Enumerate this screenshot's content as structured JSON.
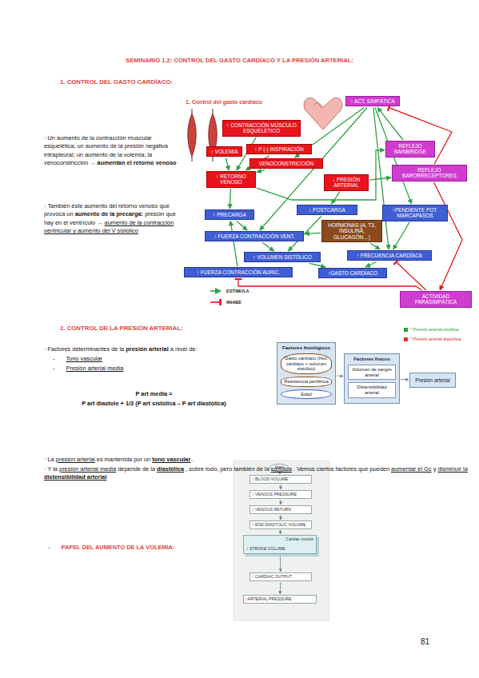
{
  "diagram": {
    "title": "SEMINARIO 1.2: CONTROL DEL GASTO CARDÍACO Y LA PRESIÓN ARTERIAL:",
    "nodes": [
      {
        "text": [
          "↑ CONTRACCIÓN MÚSCULO ESQUELÉTICO"
        ]
      },
      {
        "text": [
          "↑ VOLEMIA"
        ]
      },
      {
        "text": [
          "↑ P (-) INSPIRACIÓN"
        ]
      },
      {
        "text": [
          "VENOCONSTRICCIÓN"
        ]
      },
      {
        "text": [
          "↑ RETORNO VENOSO"
        ]
      },
      {
        "text": [
          "↑ PRECARGA"
        ]
      },
      {
        "text": [
          "↑ FUERZA CONTRACCIÓN VENT."
        ]
      },
      {
        "text": [
          "↑ VOLUMEN SISTÓLICO"
        ]
      },
      {
        "text": [
          "↑ FUERZA CONTRACCIÓN AURIC."
        ]
      },
      {
        "text": [
          "↑GASTO CARDÍACO"
        ]
      },
      {
        "text": [
          "↓ PRESIÓN ARTERIAL"
        ]
      },
      {
        "text": [
          "↓ POSTCARGA"
        ]
      },
      {
        "text": [
          "HORMONAS (A, T3, INSULINA, GLUCAGÓN…)"
        ]
      },
      {
        "text": [
          "↑PENDIENTE POT. MARCAPASOS"
        ]
      },
      {
        "text": [
          "↑ FRECUENCIA CARDÍACA"
        ]
      },
      {
        "text": [
          "↑ ACT. SIMPÁTICA"
        ]
      },
      {
        "text": [
          "REFLEJO BAINBRIDGE"
        ]
      },
      {
        "text": [
          "REFLEJO BARORRECEPTORES"
        ]
      },
      {
        "text": [
          "ACTIVIDAD PARASIMPÁTICA"
        ]
      },
      {
        "text": [
          "Factores fisiológicos"
        ]
      },
      {
        "text": [
          "Gasto cardíaco (frec. cardíaco x volumen sistólico)"
        ],
        "in": 19
      },
      {
        "text": [
          "Resistencia periférica"
        ],
        "in": 19
      },
      {
        "text": [
          "Edad"
        ],
        "in": 19
      },
      {
        "text": [
          "Factores físicos"
        ]
      },
      {
        "text": [
          "Volumen de sangre arterial"
        ],
        "in": 23
      },
      {
        "text": [
          "Distensibilidad arterial"
        ],
        "in": 23
      },
      {
        "text": [
          "Presión arterial"
        ]
      },
      {
        "text": [
          "Start"
        ]
      },
      {
        "text": [
          "↑ BLOOD VOLUME"
        ]
      },
      {
        "text": [
          "↑ VENOUS PRESSURE"
        ]
      },
      {
        "text": [
          "↑ VENOUS RETURN"
        ]
      },
      {
        "text": [
          "↑ END-DIASTOLIC VOLUME"
        ]
      },
      {
        "text": [
          "Cardiac muscle",
          "↑ STROKE VOLUME"
        ]
      },
      {
        "text": [
          "↑ CARDIAC OUTPUT"
        ]
      },
      {
        "text": [
          "↑ARTERIAL PRESSURE"
        ]
      }
    ],
    "edges": [
      {
        "from": 0,
        "to": 4,
        "arrow": "to"
      },
      {
        "from": 1,
        "to": 4,
        "arrow": "to"
      },
      {
        "from": 2,
        "to": 4,
        "arrow": "to"
      },
      {
        "from": 3,
        "to": 4,
        "arrow": "to"
      },
      {
        "from": 15,
        "to": 3,
        "arrow": "to"
      },
      {
        "from": 4,
        "to": 5,
        "arrow": "to"
      },
      {
        "from": 5,
        "to": 6,
        "arrow": "to"
      },
      {
        "from": 6,
        "to": 7,
        "arrow": "to"
      },
      {
        "from": 7,
        "to": 9,
        "arrow": "to"
      },
      {
        "from": 14,
        "to": 9,
        "arrow": "to"
      },
      {
        "from": 8,
        "to": 5,
        "arrow": "to"
      },
      {
        "from": 10,
        "to": 11,
        "arrow": "to"
      },
      {
        "from": 11,
        "to": 7,
        "arrow": "to"
      },
      {
        "from": 12,
        "to": 14,
        "arrow": "to"
      },
      {
        "from": 12,
        "to": 6,
        "arrow": "to"
      },
      {
        "from": 13,
        "to": 14,
        "arrow": "to"
      },
      {
        "from": 15,
        "to": 6,
        "arrow": "to"
      },
      {
        "from": 15,
        "to": 13,
        "arrow": "to"
      },
      {
        "from": 15,
        "to": 14,
        "arrow": "to"
      },
      {
        "from": 4,
        "to": 16,
        "arrow": "to"
      },
      {
        "from": 16,
        "to": 15,
        "arrow": "to"
      },
      {
        "from": 10,
        "to": 17,
        "arrow": "to"
      },
      {
        "from": 17,
        "to": 15,
        "arrow": "to"
      },
      {
        "from": 17,
        "to": 18,
        "arrow": "to"
      },
      {
        "from": 18,
        "to": 14,
        "arrow": "to"
      },
      {
        "from": 18,
        "to": 8,
        "arrow": "to"
      },
      {
        "from": 19,
        "to": 23,
        "arrow": "to"
      },
      {
        "from": 23,
        "to": 26,
        "arrow": "to"
      },
      {
        "from": 27,
        "to": 28,
        "arrow": "to"
      },
      {
        "from": 28,
        "to": 29,
        "arrow": "to"
      },
      {
        "from": 29,
        "to": 30,
        "arrow": "to"
      },
      {
        "from": 30,
        "to": 31,
        "arrow": "to"
      },
      {
        "from": 31,
        "to": 32,
        "arrow": "to"
      },
      {
        "from": 32,
        "to": 33,
        "arrow": "to"
      },
      {
        "from": 33,
        "to": 34,
        "arrow": "to"
      }
    ],
    "labels": [
      "1.   CONTROL DEL GASTO CARDÍACO:",
      "· Un aumento de la contracción muscular esquelética; un aumento de la presión negativa intrapleural; un aumento de la volemia; la venoconstricción →",
      "aumentan el retorno venoso",
      "· También éste aumento del retorno venoso que provoca un",
      "aumento de la precarga:",
      "presión que hay en el ventrículo →",
      "aumento de la contracción ventricular y aumento del V sistólico",
      "1. Control del gasto cardíaco",
      "2.   CONTROL DE LA PRESIÓN ARTERIAL:",
      "· Factores determinantes de la",
      "presión arterial",
      "a nivel de:",
      "-",
      "Tono vascular",
      "-",
      "Presión arterial media",
      "P art media =",
      "P art diastole + 1/3 (P art sistólica – P art diastólica)",
      "· La",
      "presión arterial",
      "es mantenida por un",
      "tono vascular",
      ".",
      "· Y la",
      "presión arterial media",
      "depende de la",
      "diastólica",
      ", sobre todo, pero también de la",
      "sistólica",
      ". Vemos ciertos factores que pueden",
      "aumentar el Gc",
      "y",
      "disminuir la",
      "distensibilidad arterial",
      "-",
      "PAPEL DEL AUMENTO DE LA VOLEMIA:",
      "81"
    ],
    "legend": [
      {
        "text": "ESTIMULA"
      },
      {
        "text": "INHIBE"
      },
      {
        "text": "* Presión arterial sistólica",
        "color": "#2f9e3a"
      },
      {
        "text": "* Presión arterial diastólica",
        "color": "#e0342c"
      }
    ]
  }
}
